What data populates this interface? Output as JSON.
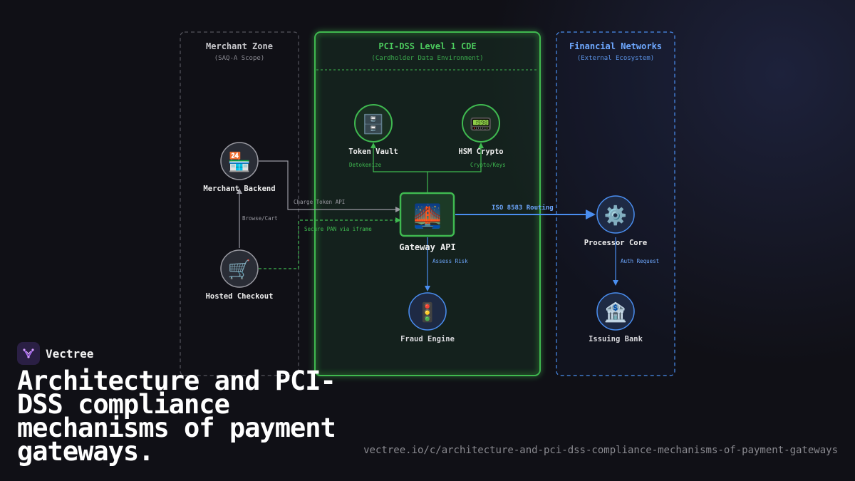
{
  "zones": {
    "merchant": {
      "title": "Merchant Zone",
      "subtitle": "(SAQ-A Scope)"
    },
    "cde": {
      "title": "PCI-DSS Level 1 CDE",
      "subtitle": "(Cardholder Data Environment)"
    },
    "financial": {
      "title": "Financial Networks",
      "subtitle": "(External Ecosystem)"
    }
  },
  "nodes": {
    "merchant_backend": {
      "label": "Merchant Backend",
      "icon": "🏪",
      "icon_name": "store-icon"
    },
    "hosted_checkout": {
      "label": "Hosted Checkout",
      "icon": "🛒",
      "icon_name": "shopping-cart-icon"
    },
    "token_vault": {
      "label": "Token Vault",
      "icon": "🗄️",
      "icon_name": "file-cabinet-icon"
    },
    "hsm_crypto": {
      "label": "HSM Crypto",
      "icon": "📟",
      "icon_name": "pager-icon"
    },
    "gateway_api": {
      "label": "Gateway API",
      "icon": "🌉",
      "icon_name": "bridge-icon"
    },
    "fraud_engine": {
      "label": "Fraud Engine",
      "icon": "🚦",
      "icon_name": "traffic-light-icon"
    },
    "processor_core": {
      "label": "Processor Core",
      "icon": "⚙️",
      "icon_name": "gear-icon"
    },
    "issuing_bank": {
      "label": "Issuing Bank",
      "icon": "🏦",
      "icon_name": "bank-icon"
    }
  },
  "edges": {
    "browse_cart": "Browse/Cart",
    "charge_token_api": "Charge Token API",
    "secure_pan": "Secure PAN via iframe",
    "detokenize": "Detokenize",
    "crypto_keys": "Crypto/Keys",
    "iso_routing": "ISO 8583 Routing",
    "assess_risk": "Assess Risk",
    "auth_request": "Auth Request"
  },
  "colors": {
    "merchant": "#8a8a95",
    "cde": "#3fb950",
    "financial": "#4a8ef0",
    "background": "#101016"
  },
  "brand": {
    "name": "Vectree",
    "icon_name": "vectree-logo-icon"
  },
  "headline": "Architecture and PCI-DSS compliance mechanisms of payment gateways.",
  "url": "vectree.io/c/architecture-and-pci-dss-compliance-mechanisms-of-payment-gateways"
}
